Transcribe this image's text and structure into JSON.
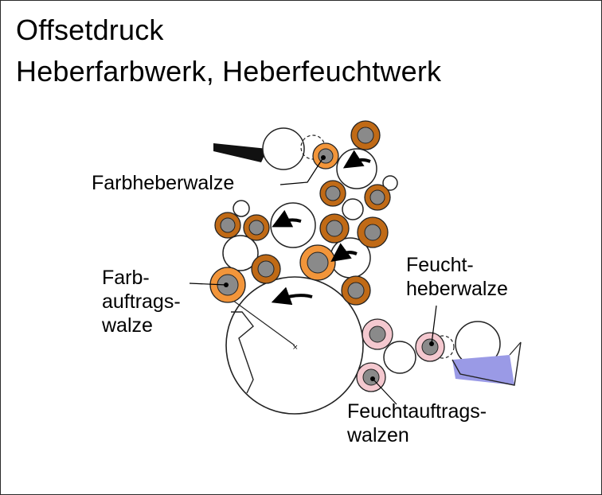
{
  "title": {
    "line1": "Offsetdruck",
    "line2": "Heberfarbwerk, Heberfeuchtwerk"
  },
  "labels": {
    "farbheberwalze": "Farbheberwalze",
    "farbauftragswalze": [
      "Farb-",
      "auftrags-",
      "walze"
    ],
    "feuchtheberwalze": [
      "Feucht-",
      "heberwalze"
    ],
    "feuchtauftragswalzen": [
      "Feuchtauftrags-",
      "walzen"
    ]
  },
  "colors": {
    "ink_roller": "#c06a16",
    "ink_roller_light": "#f2953a",
    "dampening_roller": "#f4c8cf",
    "roller_core": "#8a8a8a",
    "fountain_water": "#9a9ae6"
  }
}
